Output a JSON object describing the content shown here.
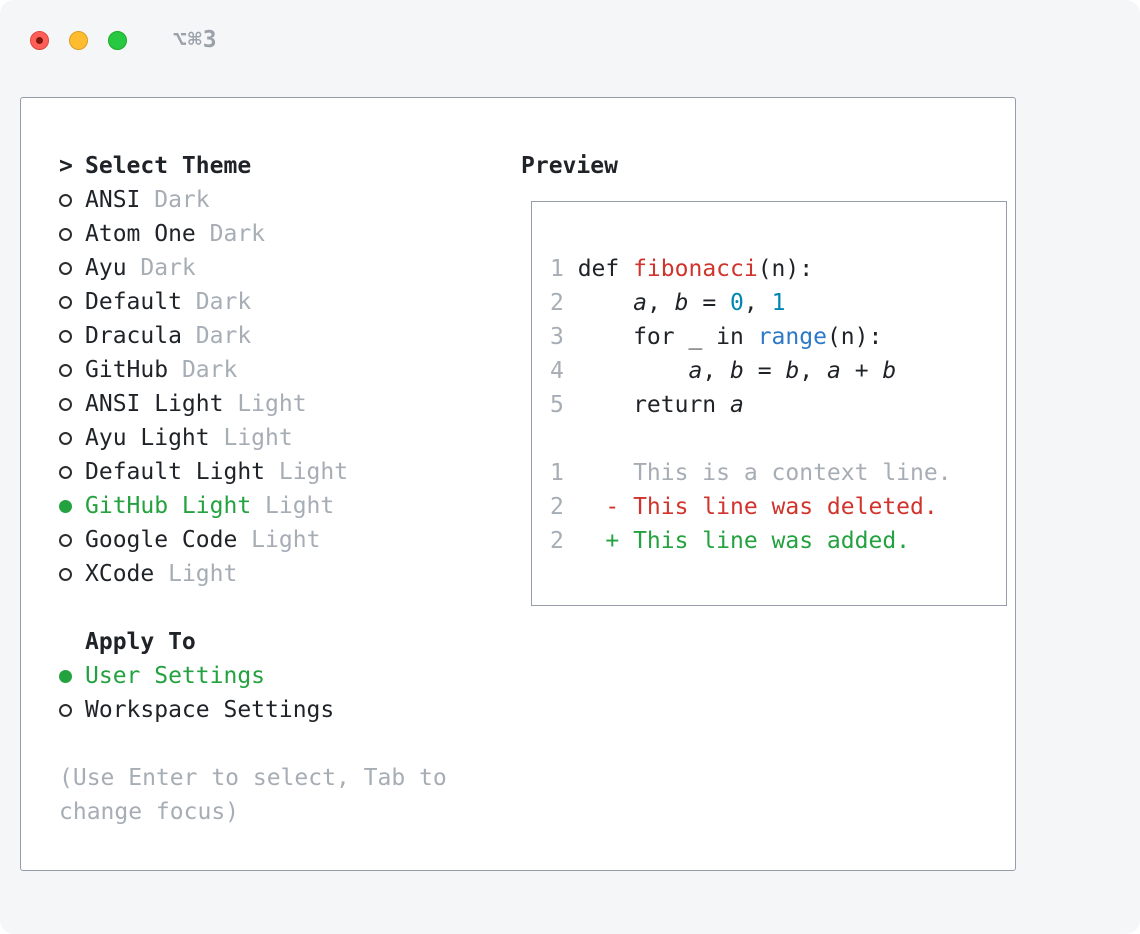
{
  "window": {
    "shortcut": "⌥⌘3"
  },
  "theme_selector": {
    "prompt": ">",
    "title": "Select Theme",
    "items": [
      {
        "name": "ANSI",
        "variant": "Dark",
        "selected": false
      },
      {
        "name": "Atom One",
        "variant": "Dark",
        "selected": false
      },
      {
        "name": "Ayu",
        "variant": "Dark",
        "selected": false
      },
      {
        "name": "Default",
        "variant": "Dark",
        "selected": false
      },
      {
        "name": "Dracula",
        "variant": "Dark",
        "selected": false
      },
      {
        "name": "GitHub",
        "variant": "Dark",
        "selected": false
      },
      {
        "name": "ANSI Light",
        "variant": "Light",
        "selected": false
      },
      {
        "name": "Ayu Light",
        "variant": "Light",
        "selected": false
      },
      {
        "name": "Default Light",
        "variant": "Light",
        "selected": false
      },
      {
        "name": "GitHub Light",
        "variant": "Light",
        "selected": true
      },
      {
        "name": "Google Code",
        "variant": "Light",
        "selected": false
      },
      {
        "name": "XCode",
        "variant": "Light",
        "selected": false
      }
    ]
  },
  "apply_to": {
    "title": "Apply To",
    "items": [
      {
        "name": "User Settings",
        "selected": true
      },
      {
        "name": "Workspace Settings",
        "selected": false
      }
    ]
  },
  "hint": [
    "(Use Enter to select, Tab to",
    "change focus)"
  ],
  "preview": {
    "title": "Preview",
    "lines": [
      {
        "num": "1",
        "tokens": [
          [
            "def ",
            "t"
          ],
          [
            "fibonacci",
            "red"
          ],
          [
            "(n):",
            "t"
          ]
        ]
      },
      {
        "num": "2",
        "tokens": [
          [
            "    ",
            "t"
          ],
          [
            "a",
            "var"
          ],
          [
            ", ",
            "t"
          ],
          [
            "b",
            "var"
          ],
          [
            " = ",
            "t"
          ],
          [
            "0",
            "num"
          ],
          [
            ", ",
            "t"
          ],
          [
            "1",
            "num"
          ]
        ]
      },
      {
        "num": "3",
        "tokens": [
          [
            "    for _ in ",
            "t"
          ],
          [
            "range",
            "blue"
          ],
          [
            "(n):",
            "t"
          ]
        ]
      },
      {
        "num": "4",
        "tokens": [
          [
            "        ",
            "t"
          ],
          [
            "a",
            "var"
          ],
          [
            ", ",
            "t"
          ],
          [
            "b",
            "var"
          ],
          [
            " = ",
            "t"
          ],
          [
            "b",
            "var"
          ],
          [
            ", ",
            "t"
          ],
          [
            "a",
            "var"
          ],
          [
            " + ",
            "t"
          ],
          [
            "b",
            "var"
          ]
        ]
      },
      {
        "num": "5",
        "tokens": [
          [
            "    return ",
            "t"
          ],
          [
            "a",
            "var"
          ]
        ]
      },
      {
        "num": "",
        "tokens": []
      },
      {
        "num": "1",
        "tokens": [
          [
            "    This is a context line.",
            "muted"
          ]
        ]
      },
      {
        "num": "2",
        "tokens": [
          [
            "  - This line was deleted.",
            "red"
          ]
        ]
      },
      {
        "num": "2",
        "tokens": [
          [
            "  + This line was added.",
            "green"
          ]
        ]
      }
    ]
  },
  "colors": {
    "text": "#1f2328",
    "muted": "#a6adb5",
    "accent_green": "#23a23f",
    "syntax_red": "#d0342c",
    "syntax_blue": "#2d79c7",
    "syntax_teal": "#0086b3"
  }
}
